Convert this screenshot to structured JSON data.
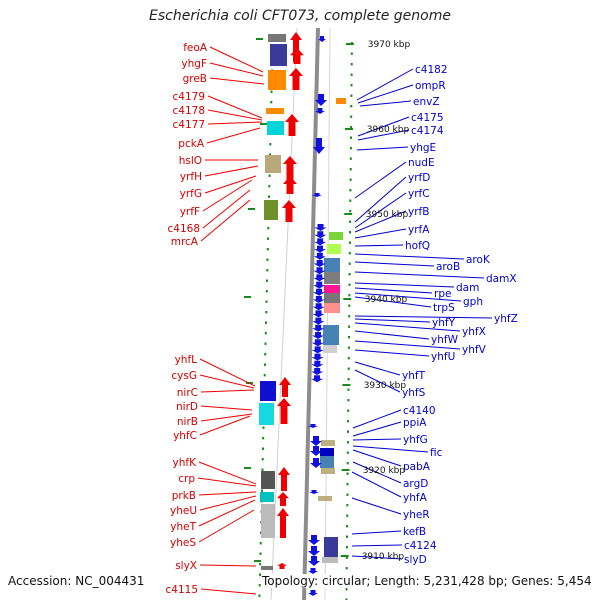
{
  "title": "Escherichia coli CFT073, complete genome",
  "footer": {
    "accession": "Accession: NC_004431",
    "summary": "Topology: circular; Length: 5,231,428 bp; Genes: 5,454"
  },
  "colors": {
    "left_label": "#d40000",
    "right_label": "#0000d0",
    "backbone": "#909090",
    "tick": "#1a8a1a"
  },
  "kbp_marks": [
    {
      "label": "3970 kbp"
    },
    {
      "label": "3960 kbp"
    },
    {
      "label": "3950 kbp"
    },
    {
      "label": "3940 kbp"
    },
    {
      "label": "3930 kbp"
    },
    {
      "label": "3920 kbp"
    },
    {
      "label": "3910 kbp"
    }
  ],
  "left_genes": [
    "feoA",
    "yhgF",
    "greB",
    "c4179",
    "c4178",
    "c4177",
    "pckA",
    "hslO",
    "yrfH",
    "yrfG",
    "yrfF",
    "c4168",
    "mrcA",
    "yhfL",
    "cysG",
    "nirC",
    "nirD",
    "nirB",
    "yhfC",
    "yhfK",
    "crp",
    "prkB",
    "yheU",
    "yheT",
    "yheS",
    "slyX",
    "c4115"
  ],
  "right_genes": [
    "c4182",
    "ompR",
    "envZ",
    "c4175",
    "c4174",
    "yhgE",
    "nudE",
    "yrfD",
    "yrfC",
    "yrfB",
    "yrfA",
    "hofQ",
    "aroK",
    "aroB",
    "damX",
    "dam",
    "rpe",
    "gph",
    "trpS",
    "yhfZ",
    "yhfY",
    "yhfX",
    "yhfW",
    "yhfV",
    "yhfU",
    "yhfT",
    "yhfS",
    "c4140",
    "ppiA",
    "yhfG",
    "fic",
    "pabA",
    "argD",
    "yhfA",
    "yheR",
    "kefB",
    "c4124",
    "slyD"
  ]
}
